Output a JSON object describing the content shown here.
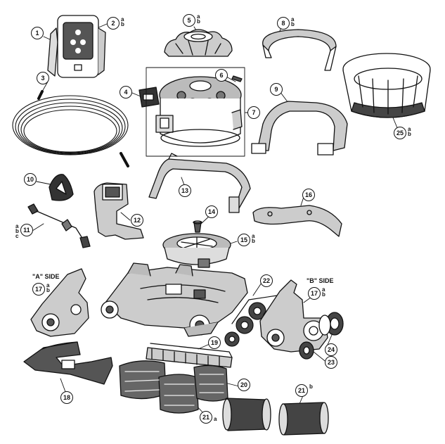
{
  "sides": {
    "a": "\"A\" SIDE",
    "b": "\"B\" SIDE"
  },
  "callouts": [
    {
      "id": "1",
      "subs": []
    },
    {
      "id": "2",
      "subs": [
        "a",
        "b"
      ]
    },
    {
      "id": "3",
      "subs": []
    },
    {
      "id": "4",
      "subs": []
    },
    {
      "id": "5",
      "subs": [
        "a",
        "b"
      ]
    },
    {
      "id": "6",
      "subs": []
    },
    {
      "id": "7",
      "subs": []
    },
    {
      "id": "8",
      "subs": [
        "a",
        "b"
      ]
    },
    {
      "id": "9",
      "subs": []
    },
    {
      "id": "10",
      "subs": []
    },
    {
      "id": "11",
      "subs": [
        "a",
        "b",
        "c"
      ]
    },
    {
      "id": "12",
      "subs": []
    },
    {
      "id": "13",
      "subs": []
    },
    {
      "id": "14",
      "subs": []
    },
    {
      "id": "15",
      "subs": [
        "a",
        "b"
      ]
    },
    {
      "id": "16",
      "subs": []
    },
    {
      "id": "17",
      "subs": [
        "a",
        "b"
      ]
    },
    {
      "id": "17",
      "subs": [
        "a",
        "b"
      ]
    },
    {
      "id": "18",
      "subs": []
    },
    {
      "id": "19",
      "subs": []
    },
    {
      "id": "20",
      "subs": []
    },
    {
      "id": "21",
      "subs": [
        "a"
      ]
    },
    {
      "id": "21",
      "subs": [
        "b"
      ]
    },
    {
      "id": "22",
      "subs": []
    },
    {
      "id": "23",
      "subs": []
    },
    {
      "id": "24",
      "subs": []
    },
    {
      "id": "25",
      "subs": [
        "a",
        "b"
      ]
    }
  ]
}
